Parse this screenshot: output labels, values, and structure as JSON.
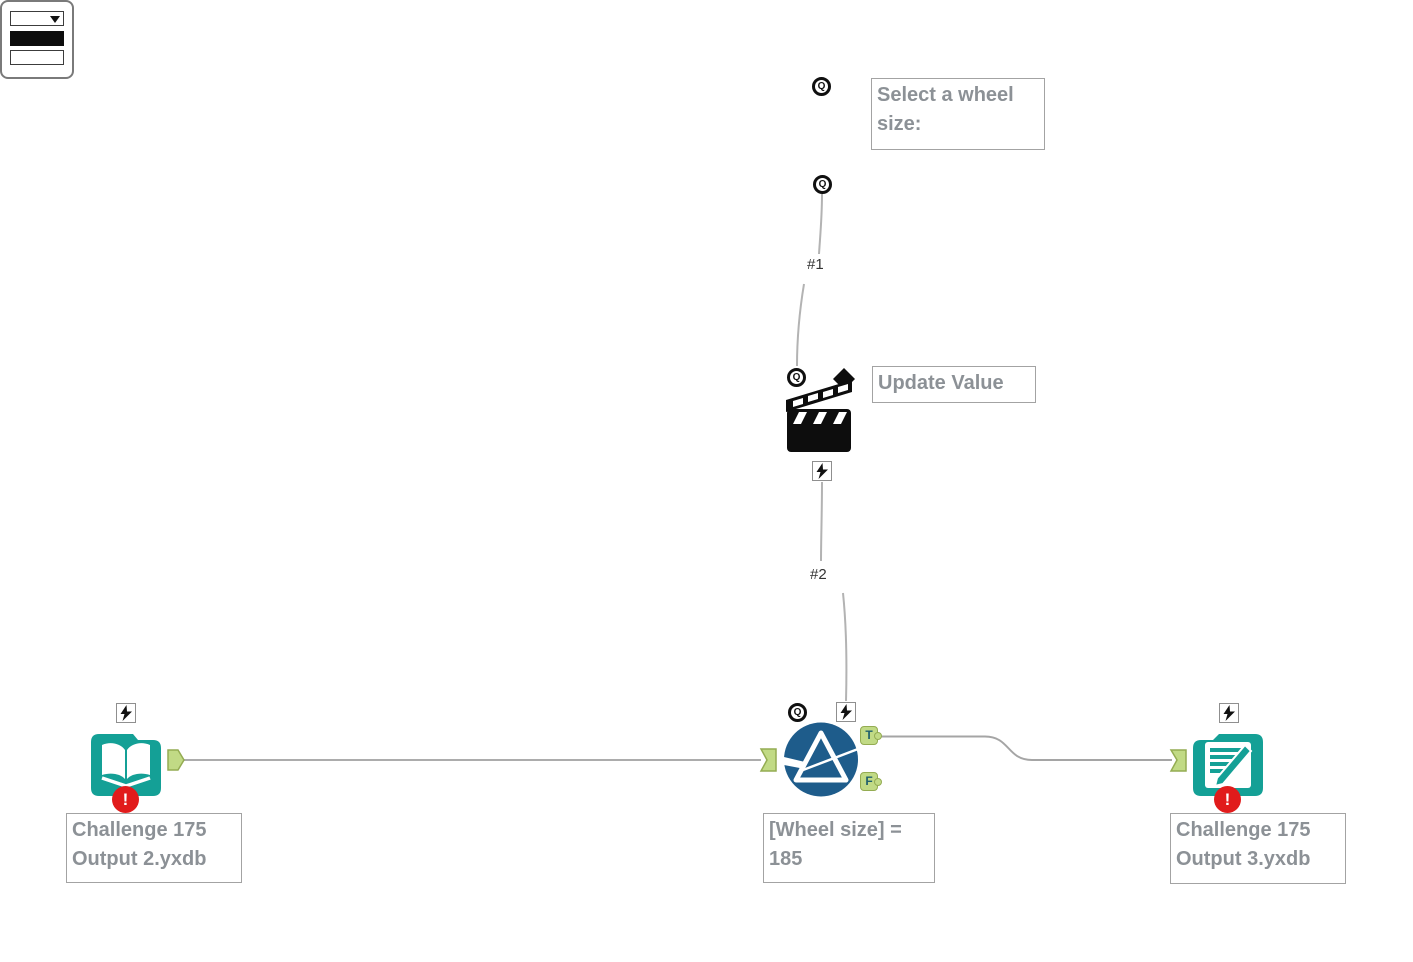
{
  "canvas": {
    "background_color": "#FFFFFF"
  },
  "tools": {
    "dropdown": {
      "annotation": "Select a wheel size:"
    },
    "action": {
      "annotation": "Update Value"
    },
    "input_data": {
      "annotation": "Challenge 175 Output 2.yxdb",
      "error_badge": "!"
    },
    "filter": {
      "annotation": "[Wheel size] = 185",
      "true_anchor": "T",
      "false_anchor": "F"
    },
    "output_data": {
      "annotation": "Challenge 175 Output 3.yxdb",
      "error_badge": "!"
    }
  },
  "anchors": {
    "question": "Q"
  },
  "connection_labels": {
    "first": "#1",
    "second": "#2"
  },
  "colors": {
    "tool_teal": "#14A096",
    "filter_blue": "#1E5C8B",
    "anchor_green": "#C1DA85",
    "anchor_green_border": "#94AC52",
    "error_red": "#E11B1B",
    "wire_gray": "#ACACAC",
    "annotation_text": "#8C9196",
    "annotation_border": "#A3A3A3",
    "icon_black": "#0D0D0D"
  }
}
